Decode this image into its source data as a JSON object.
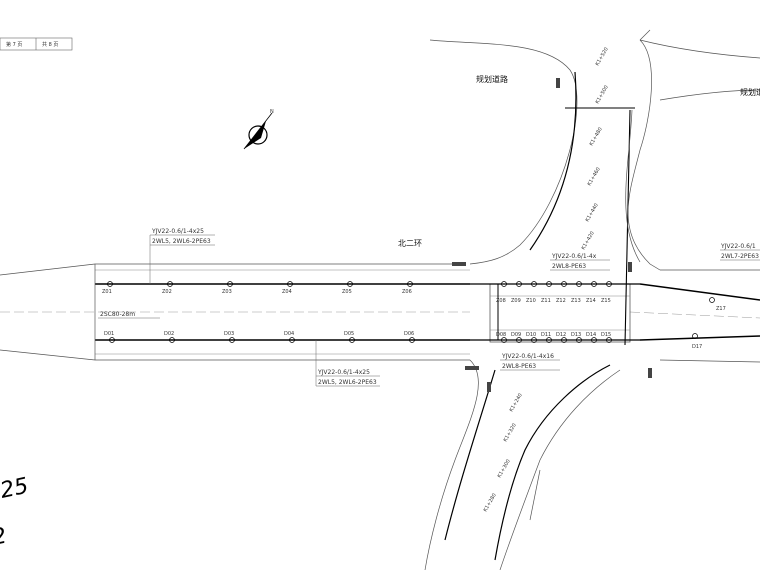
{
  "title_block": {
    "sheet_no": "第 7 页",
    "sheet_total": "共 8 页"
  },
  "road_labels": {
    "planned_road": "规划道路",
    "planned_road_right": "规划道",
    "north_ring": "北二环"
  },
  "compass": {
    "north": "N"
  },
  "cables": {
    "upper_left": [
      "YJV22-0.6/1-4x25",
      "2WL5, 2WL6-2PE63"
    ],
    "lower_left": [
      "YJV22-0.6/1-4x25",
      "2WL5, 2WL6-2PE63"
    ],
    "junction_upper": [
      "YJV22-0.6/1-4x",
      "2WL8-PE63"
    ],
    "junction_lower": [
      "YJV22-0.6/1-4x16",
      "2WL8-PE63"
    ],
    "right_upper": [
      "YJV22-0.6/1",
      "2WL7-2PE63"
    ]
  },
  "conduit_note": "2SC80-28m",
  "upper_lamps": [
    "Z01",
    "Z02",
    "Z03",
    "Z04",
    "Z05",
    "Z06"
  ],
  "lower_lamps": [
    "D01",
    "D02",
    "D03",
    "D04",
    "D05",
    "D06"
  ],
  "junction_lamps": [
    "Z08",
    "Z09",
    "Z10",
    "Z11",
    "Z12",
    "Z13",
    "Z14",
    "Z15"
  ],
  "junction_lamps_lower": [
    "D08",
    "D09",
    "D10",
    "D11",
    "D12",
    "D13",
    "D14",
    "D15"
  ],
  "right_lamps": [
    "Z17",
    "D17"
  ],
  "chainage": [
    "K1+520",
    "K1+500",
    "K1+480",
    "K1+460",
    "K1+440",
    "K1+420",
    "K1+320",
    "K1+300",
    "K1+280",
    "K1+240"
  ],
  "corner_text": {
    "large_digits": "25",
    "large_digit_2": "2"
  }
}
